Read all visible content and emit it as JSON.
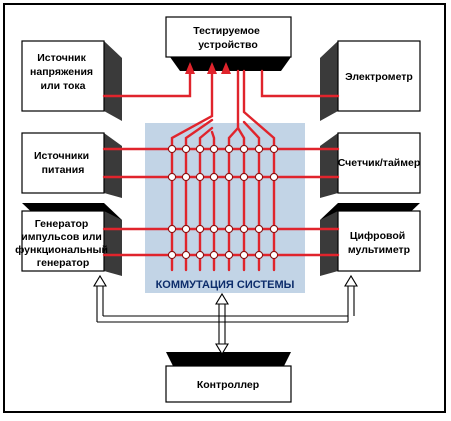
{
  "diagram": {
    "nodes": {
      "dut": [
        "Тестируемое",
        "устройство"
      ],
      "voltage_source": [
        "Источник",
        "напряжения",
        "или тока"
      ],
      "electrometer": [
        "Электрометр"
      ],
      "power_supplies": [
        "Источники",
        "питания"
      ],
      "counter_timer": [
        "Счетчик/таймер"
      ],
      "generator": [
        "Генератор",
        "импульсов или",
        "функциональный",
        "генератор"
      ],
      "dmm": [
        "Цифровой",
        "мультиметр"
      ],
      "controller": [
        "Контроллер"
      ]
    },
    "matrix_label": "КОММУТАЦИЯ СИСТЕМЫ",
    "colors": {
      "wire": "#e0242c",
      "matrix_bg": "#c2d4e6",
      "box_shade": "#3a3a3a",
      "box_dark": "#000000"
    }
  }
}
